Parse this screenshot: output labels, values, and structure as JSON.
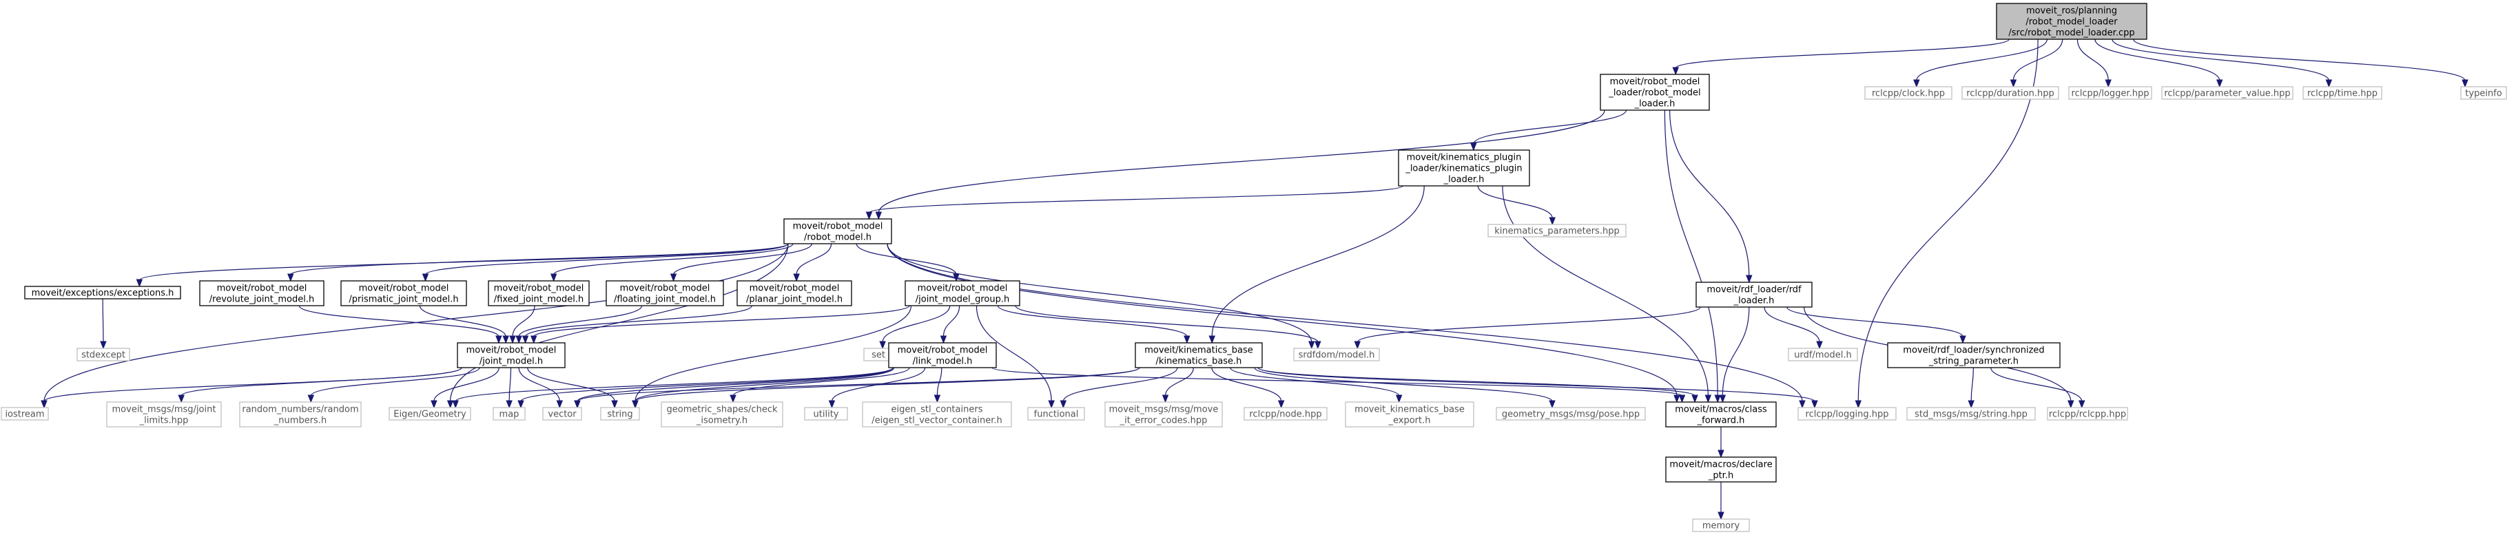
{
  "colors": {
    "edge": "#191970",
    "root_fill": "#bfbfbf",
    "root_stroke": "#000000",
    "node_fill": "#ffffff",
    "internal_stroke": "#000000",
    "external_stroke": "#bfbfbf",
    "external_text": "#555555",
    "text": "#000000"
  },
  "nodes": [
    {
      "id": "root",
      "kind": "root",
      "lines": [
        "moveit_ros/planning",
        "/robot_model_loader",
        "/src/robot_model_loader.cpp"
      ]
    },
    {
      "id": "rml_h",
      "kind": "internal",
      "lines": [
        "moveit/robot_model",
        "_loader/robot_model",
        "_loader.h"
      ]
    },
    {
      "id": "clock",
      "kind": "external",
      "lines": [
        "rclcpp/clock.hpp"
      ]
    },
    {
      "id": "duration",
      "kind": "external",
      "lines": [
        "rclcpp/duration.hpp"
      ]
    },
    {
      "id": "logger",
      "kind": "external",
      "lines": [
        "rclcpp/logger.hpp"
      ]
    },
    {
      "id": "paramval",
      "kind": "external",
      "lines": [
        "rclcpp/parameter_value.hpp"
      ]
    },
    {
      "id": "time",
      "kind": "external",
      "lines": [
        "rclcpp/time.hpp"
      ]
    },
    {
      "id": "typeinfo",
      "kind": "external",
      "lines": [
        "typeinfo"
      ]
    },
    {
      "id": "kpl_h",
      "kind": "internal",
      "lines": [
        "moveit/kinematics_plugin",
        "_loader/kinematics_plugin",
        "_loader.h"
      ]
    },
    {
      "id": "kinparams",
      "kind": "external",
      "lines": [
        "kinematics_parameters.hpp"
      ]
    },
    {
      "id": "robot_model_h",
      "kind": "internal",
      "lines": [
        "moveit/robot_model",
        "/robot_model.h"
      ]
    },
    {
      "id": "rdf_loader_h",
      "kind": "internal",
      "lines": [
        "moveit/rdf_loader/rdf",
        "_loader.h"
      ]
    },
    {
      "id": "exceptions_h",
      "kind": "internal",
      "lines": [
        "moveit/exceptions/exceptions.h"
      ]
    },
    {
      "id": "revolute_h",
      "kind": "internal",
      "lines": [
        "moveit/robot_model",
        "/revolute_joint_model.h"
      ]
    },
    {
      "id": "prismatic_h",
      "kind": "internal",
      "lines": [
        "moveit/robot_model",
        "/prismatic_joint_model.h"
      ]
    },
    {
      "id": "fixed_h",
      "kind": "internal",
      "lines": [
        "moveit/robot_model",
        "/fixed_joint_model.h"
      ]
    },
    {
      "id": "floating_h",
      "kind": "internal",
      "lines": [
        "moveit/robot_model",
        "/floating_joint_model.h"
      ]
    },
    {
      "id": "planar_h",
      "kind": "internal",
      "lines": [
        "moveit/robot_model",
        "/planar_joint_model.h"
      ]
    },
    {
      "id": "jmg_h",
      "kind": "internal",
      "lines": [
        "moveit/robot_model",
        "/joint_model_group.h"
      ]
    },
    {
      "id": "stdexcept",
      "kind": "external",
      "lines": [
        "stdexcept"
      ]
    },
    {
      "id": "urdf_model",
      "kind": "external",
      "lines": [
        "urdf/model.h"
      ]
    },
    {
      "id": "sync_str_h",
      "kind": "internal",
      "lines": [
        "moveit/rdf_loader/synchronized",
        "_string_parameter.h"
      ]
    },
    {
      "id": "joint_model_h",
      "kind": "internal",
      "lines": [
        "moveit/robot_model",
        "/joint_model.h"
      ]
    },
    {
      "id": "set",
      "kind": "external",
      "lines": [
        "set"
      ]
    },
    {
      "id": "link_model_h",
      "kind": "internal",
      "lines": [
        "moveit/robot_model",
        "/link_model.h"
      ]
    },
    {
      "id": "kin_base_h",
      "kind": "internal",
      "lines": [
        "moveit/kinematics_base",
        "/kinematics_base.h"
      ]
    },
    {
      "id": "srdfdom",
      "kind": "external",
      "lines": [
        "srdfdom/model.h"
      ]
    },
    {
      "id": "class_fwd_h",
      "kind": "internal",
      "lines": [
        "moveit/macros/class",
        "_forward.h"
      ]
    },
    {
      "id": "rclcpp_logging",
      "kind": "external",
      "lines": [
        "rclcpp/logging.hpp"
      ]
    },
    {
      "id": "std_msgs_string",
      "kind": "external",
      "lines": [
        "std_msgs/msg/string.hpp"
      ]
    },
    {
      "id": "rclcpp_hpp",
      "kind": "external",
      "lines": [
        "rclcpp/rclcpp.hpp"
      ]
    },
    {
      "id": "iostream",
      "kind": "external",
      "lines": [
        "iostream"
      ]
    },
    {
      "id": "joint_limits",
      "kind": "external",
      "lines": [
        "moveit_msgs/msg/joint",
        "_limits.hpp"
      ]
    },
    {
      "id": "random_numbers",
      "kind": "external",
      "lines": [
        "random_numbers/random",
        "_numbers.h"
      ]
    },
    {
      "id": "eigen_geometry",
      "kind": "external",
      "lines": [
        "Eigen/Geometry"
      ]
    },
    {
      "id": "map",
      "kind": "external",
      "lines": [
        "map"
      ]
    },
    {
      "id": "vector",
      "kind": "external",
      "lines": [
        "vector"
      ]
    },
    {
      "id": "string",
      "kind": "external",
      "lines": [
        "string"
      ]
    },
    {
      "id": "check_isometry",
      "kind": "external",
      "lines": [
        "geometric_shapes/check",
        "_isometry.h"
      ]
    },
    {
      "id": "utility",
      "kind": "external",
      "lines": [
        "utility"
      ]
    },
    {
      "id": "eigen_stl",
      "kind": "external",
      "lines": [
        "eigen_stl_containers",
        "/eigen_stl_vector_container.h"
      ]
    },
    {
      "id": "functional",
      "kind": "external",
      "lines": [
        "functional"
      ]
    },
    {
      "id": "move_it_error_codes",
      "kind": "external",
      "lines": [
        "moveit_msgs/msg/move",
        "_it_error_codes.hpp"
      ]
    },
    {
      "id": "rclcpp_node",
      "kind": "external",
      "lines": [
        "rclcpp/node.hpp"
      ]
    },
    {
      "id": "kin_base_export",
      "kind": "external",
      "lines": [
        "moveit_kinematics_base",
        "_export.h"
      ]
    },
    {
      "id": "pose",
      "kind": "external",
      "lines": [
        "geometry_msgs/msg/pose.hpp"
      ]
    },
    {
      "id": "declare_ptr_h",
      "kind": "internal",
      "lines": [
        "moveit/macros/declare",
        "_ptr.h"
      ]
    },
    {
      "id": "memory",
      "kind": "external",
      "lines": [
        "memory"
      ]
    }
  ],
  "edges": [
    [
      "root",
      "rml_h"
    ],
    [
      "root",
      "clock"
    ],
    [
      "root",
      "duration"
    ],
    [
      "root",
      "logger"
    ],
    [
      "root",
      "paramval"
    ],
    [
      "root",
      "time"
    ],
    [
      "root",
      "typeinfo"
    ],
    [
      "root",
      "rclcpp_logging"
    ],
    [
      "rml_h",
      "kpl_h"
    ],
    [
      "rml_h",
      "robot_model_h"
    ],
    [
      "rml_h",
      "rdf_loader_h"
    ],
    [
      "rml_h",
      "class_fwd_h"
    ],
    [
      "kpl_h",
      "robot_model_h"
    ],
    [
      "kpl_h",
      "kinparams"
    ],
    [
      "kpl_h",
      "kin_base_h"
    ],
    [
      "kpl_h",
      "class_fwd_h"
    ],
    [
      "robot_model_h",
      "exceptions_h"
    ],
    [
      "robot_model_h",
      "revolute_h"
    ],
    [
      "robot_model_h",
      "prismatic_h"
    ],
    [
      "robot_model_h",
      "fixed_h"
    ],
    [
      "robot_model_h",
      "floating_h"
    ],
    [
      "robot_model_h",
      "planar_h"
    ],
    [
      "robot_model_h",
      "jmg_h"
    ],
    [
      "robot_model_h",
      "srdfdom"
    ],
    [
      "robot_model_h",
      "iostream"
    ],
    [
      "robot_model_h",
      "eigen_geometry"
    ],
    [
      "robot_model_h",
      "class_fwd_h"
    ],
    [
      "robot_model_h",
      "rclcpp_logging"
    ],
    [
      "exceptions_h",
      "stdexcept"
    ],
    [
      "revolute_h",
      "joint_model_h"
    ],
    [
      "prismatic_h",
      "joint_model_h"
    ],
    [
      "fixed_h",
      "joint_model_h"
    ],
    [
      "floating_h",
      "joint_model_h"
    ],
    [
      "planar_h",
      "joint_model_h"
    ],
    [
      "jmg_h",
      "joint_model_h"
    ],
    [
      "jmg_h",
      "set"
    ],
    [
      "jmg_h",
      "link_model_h"
    ],
    [
      "jmg_h",
      "kin_base_h"
    ],
    [
      "jmg_h",
      "srdfdom"
    ],
    [
      "jmg_h",
      "functional"
    ],
    [
      "jmg_h",
      "string"
    ],
    [
      "joint_model_h",
      "iostream"
    ],
    [
      "joint_model_h",
      "joint_limits"
    ],
    [
      "joint_model_h",
      "random_numbers"
    ],
    [
      "joint_model_h",
      "eigen_geometry"
    ],
    [
      "joint_model_h",
      "map"
    ],
    [
      "joint_model_h",
      "vector"
    ],
    [
      "joint_model_h",
      "string"
    ],
    [
      "link_model_h",
      "eigen_geometry"
    ],
    [
      "link_model_h",
      "map"
    ],
    [
      "link_model_h",
      "vector"
    ],
    [
      "link_model_h",
      "string"
    ],
    [
      "link_model_h",
      "check_isometry"
    ],
    [
      "link_model_h",
      "utility"
    ],
    [
      "link_model_h",
      "eigen_stl"
    ],
    [
      "link_model_h",
      "class_fwd_h"
    ],
    [
      "kin_base_h",
      "functional"
    ],
    [
      "kin_base_h",
      "move_it_error_codes"
    ],
    [
      "kin_base_h",
      "rclcpp_node"
    ],
    [
      "kin_base_h",
      "kin_base_export"
    ],
    [
      "kin_base_h",
      "pose"
    ],
    [
      "kin_base_h",
      "class_fwd_h"
    ],
    [
      "kin_base_h",
      "rclcpp_logging"
    ],
    [
      "kin_base_h",
      "string"
    ],
    [
      "kin_base_h",
      "vector"
    ],
    [
      "rdf_loader_h",
      "srdfdom"
    ],
    [
      "rdf_loader_h",
      "urdf_model"
    ],
    [
      "rdf_loader_h",
      "sync_str_h"
    ],
    [
      "rdf_loader_h",
      "class_fwd_h"
    ],
    [
      "rdf_loader_h",
      "rclcpp_hpp"
    ],
    [
      "sync_str_h",
      "std_msgs_string"
    ],
    [
      "sync_str_h",
      "rclcpp_hpp"
    ],
    [
      "class_fwd_h",
      "declare_ptr_h"
    ],
    [
      "declare_ptr_h",
      "memory"
    ]
  ]
}
